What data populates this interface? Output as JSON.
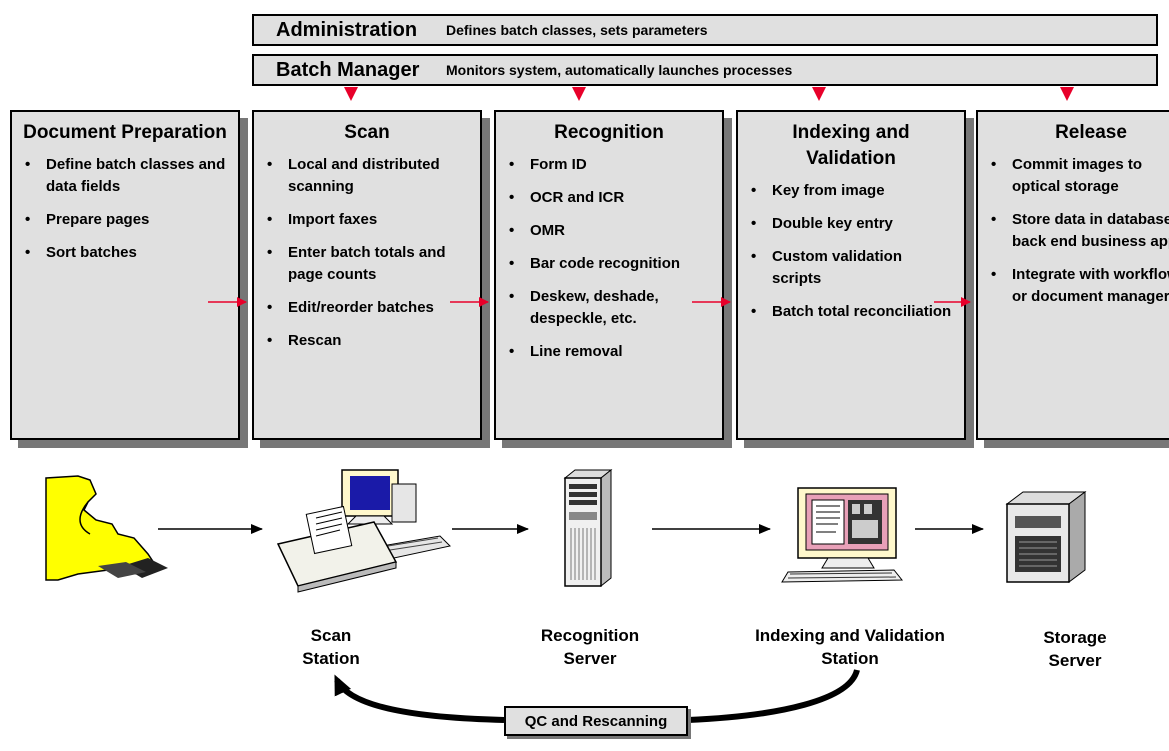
{
  "top_bars": [
    {
      "title": "Administration",
      "description": "Defines batch classes, sets parameters"
    },
    {
      "title": "Batch Manager",
      "description": "Monitors system, automatically launches processes"
    }
  ],
  "stages": [
    {
      "title": "Document Preparation",
      "items": [
        "Define batch classes and data fields",
        "Prepare pages",
        "Sort batches"
      ]
    },
    {
      "title": "Scan",
      "items": [
        "Local and distributed scanning",
        "Import faxes",
        "Enter batch totals and page counts",
        "Edit/reorder batches",
        "Rescan"
      ]
    },
    {
      "title": "Recognition",
      "items": [
        "Form ID",
        "OCR and ICR",
        "OMR",
        "Bar code recognition",
        "Deskew, deshade, despeckle, etc.",
        "Line removal"
      ]
    },
    {
      "title": "Indexing and Validation",
      "items": [
        "Key from image",
        "Double key entry",
        "Custom validation scripts",
        "Batch total reconciliation"
      ]
    },
    {
      "title": "Release",
      "items": [
        "Commit images to optical storage",
        "Store data in database or back end business app",
        "Integrate with workflow or document manager"
      ]
    }
  ],
  "bullet": "•",
  "stations": [
    {
      "line1": "Scan",
      "line2": "Station"
    },
    {
      "line1": "Recognition",
      "line2": "Server"
    },
    {
      "line1": "Indexing and Validation",
      "line2": "Station"
    },
    {
      "line1": "Storage",
      "line2": "Server"
    }
  ],
  "feedback_label": "QC and Rescanning",
  "colors": {
    "panel": "#e0e0e0",
    "shadow": "#777777",
    "arrow_red": "#e8002a",
    "person": "#ffff00",
    "border": "#000000"
  },
  "icons": [
    "person-sorting-icon",
    "scanner-workstation-icon",
    "server-tower-icon",
    "workstation-icon",
    "storage-server-icon"
  ]
}
